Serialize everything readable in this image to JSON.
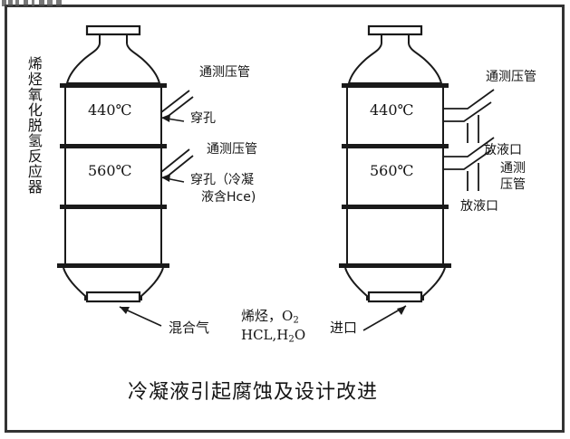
{
  "figure": {
    "title": "冷凝液引起腐蚀及设计改进",
    "border_color": "#333333",
    "line_color": "#1a1a1a",
    "background": "#ffffff",
    "top_artifact_note": "clipped-text-strip"
  },
  "vertical_label": "烯烃氧化脱氢反应器",
  "left_vessel": {
    "name": "original-design-reactor",
    "temperature_upper": "440℃",
    "temperature_lower": "560℃",
    "callouts": [
      {
        "id": "c1",
        "text": "通测压管"
      },
      {
        "id": "c2",
        "text": "穿孔"
      },
      {
        "id": "c3",
        "text": "通测压管"
      },
      {
        "id": "c4_line1",
        "text": "穿孔（冷凝"
      },
      {
        "id": "c4_line2",
        "text": "液含Hce)"
      }
    ]
  },
  "right_vessel": {
    "name": "improved-design-reactor",
    "temperature_upper": "440℃",
    "temperature_lower": "560℃",
    "callouts": [
      {
        "id": "r1",
        "text": "通测压管"
      },
      {
        "id": "r2",
        "text": "放液口"
      },
      {
        "id": "r3_line1",
        "text": "通测"
      },
      {
        "id": "r3_line2",
        "text": "压管"
      },
      {
        "id": "r4",
        "text": "放液口"
      }
    ]
  },
  "bottom_labels": {
    "mixed_gas": "混合气",
    "feed_line1_pre": "烯烃，O",
    "feed_line1_sub": "2",
    "feed_line2_a": "HCL,H",
    "feed_line2_sub": "2",
    "feed_line2_b": "O",
    "inlet": "进口"
  }
}
